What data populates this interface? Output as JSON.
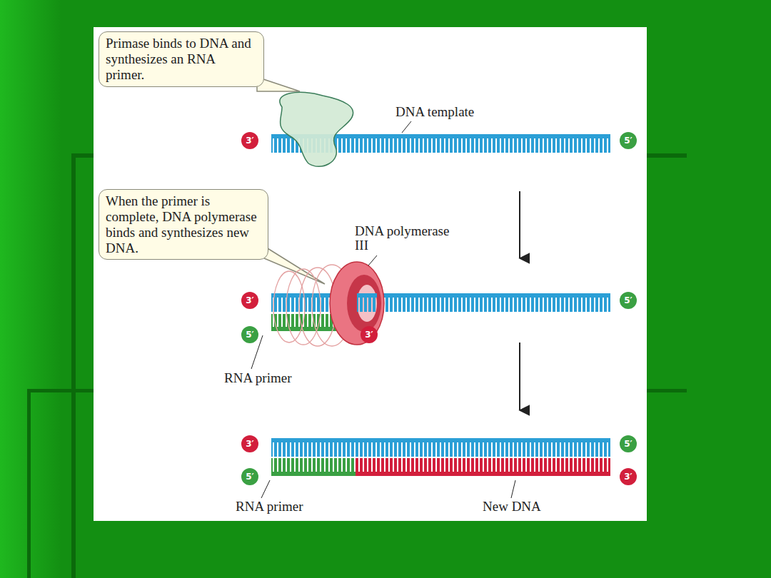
{
  "diagram": {
    "nodes": [
      {
        "text": [
          "Primase binds to DNA and synthesizes an RNA primer."
        ]
      },
      {
        "text": [
          "3′"
        ]
      },
      {
        "text": [
          "5′"
        ]
      },
      {
        "text": [
          "When the primer is complete, DNA polymerase binds and synthesizes new DNA."
        ]
      },
      {
        "text": [
          "3′"
        ]
      },
      {
        "text": [
          "5′"
        ]
      },
      {
        "text": [
          "5′"
        ]
      },
      {
        "text": [
          "3′"
        ]
      },
      {
        "text": [
          "3′"
        ]
      },
      {
        "text": [
          "5′"
        ]
      },
      {
        "text": [
          "5′"
        ]
      },
      {
        "text": [
          "3′"
        ]
      }
    ],
    "edges": [],
    "labels": [
      "DNA template",
      "DNA polymerase III",
      "RNA primer",
      "RNA primer",
      "New DNA"
    ]
  }
}
